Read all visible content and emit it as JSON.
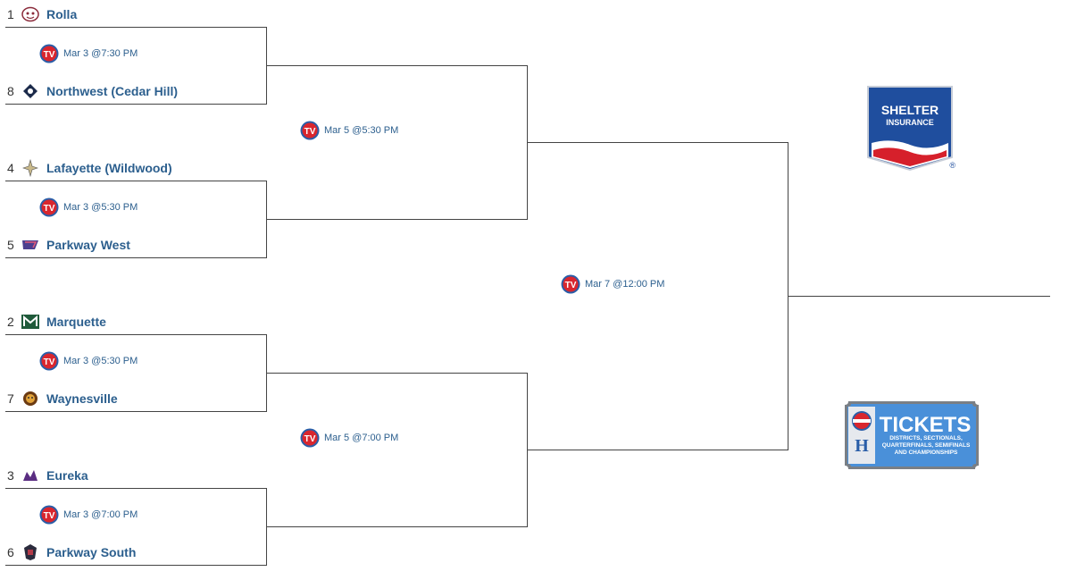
{
  "teams": [
    {
      "seed": "1",
      "name": "Rolla",
      "logo": "rolla-logo"
    },
    {
      "seed": "8",
      "name": "Northwest (Cedar Hill)",
      "logo": "northwest-logo"
    },
    {
      "seed": "4",
      "name": "Lafayette (Wildwood)",
      "logo": "lafayette-logo"
    },
    {
      "seed": "5",
      "name": "Parkway West",
      "logo": "parkway-west-logo"
    },
    {
      "seed": "2",
      "name": "Marquette",
      "logo": "marquette-logo"
    },
    {
      "seed": "7",
      "name": "Waynesville",
      "logo": "waynesville-logo"
    },
    {
      "seed": "3",
      "name": "Eureka",
      "logo": "eureka-logo"
    },
    {
      "seed": "6",
      "name": "Parkway South",
      "logo": "parkway-south-logo"
    }
  ],
  "games": {
    "qf1": "Mar 3 @7:30 PM",
    "qf2": "Mar 3 @5:30 PM",
    "qf3": "Mar 3 @5:30 PM",
    "qf4": "Mar 3 @7:00 PM",
    "sf1": "Mar 5 @5:30 PM",
    "sf2": "Mar 5 @7:00 PM",
    "final": "Mar 7 @12:00 PM"
  },
  "sponsor": {
    "line1": "SHELTER",
    "line2": "INSURANCE",
    "reg": "®"
  },
  "tickets": {
    "title": "TICKETS",
    "sub": "DISTRICTS, SECTIONALS, QUARTERFINALS, SEMIFINALS AND CHAMPIONSHIPS",
    "letter": "H"
  },
  "colors": {
    "link": "#2c5f8e",
    "tv_red": "#d9262e",
    "tv_blue": "#2a5ea8",
    "shelter_blue": "#1f4e9e",
    "shelter_red": "#d6202b",
    "tickets_blue": "#4a90d9"
  }
}
